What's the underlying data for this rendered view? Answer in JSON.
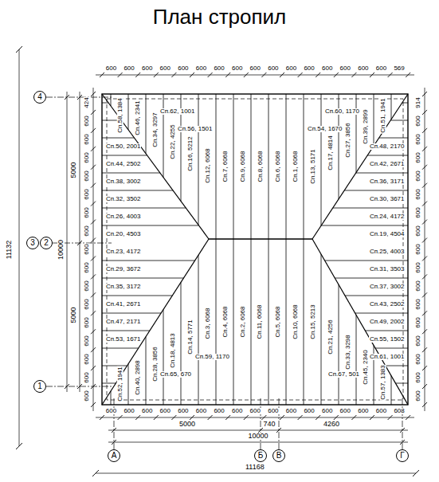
{
  "diagram": {
    "title": "План стропил",
    "nodes": [
      {
        "text": [
          "4"
        ]
      },
      {
        "text": [
          "3"
        ]
      },
      {
        "text": [
          "2"
        ]
      },
      {
        "text": [
          "1"
        ]
      },
      {
        "text": [
          "А"
        ]
      },
      {
        "text": [
          "Б"
        ]
      },
      {
        "text": [
          "В"
        ]
      },
      {
        "text": [
          "Г"
        ]
      }
    ],
    "labels": [
      "Сп.58, 1384",
      "Сп.46, 2341",
      "Сп.34, 3297",
      "Сп.22, 4255",
      "Сп.16, 5212",
      "Сп.12, 6068",
      "Сп.7, 6068",
      "Сп.9, 6068",
      "Сп.8, 6068",
      "Сп.6, 6068",
      "Сп.1, 6068",
      "Сп.13, 5171",
      "Сп.17, 4814",
      "Сп.27, 3856",
      "Сп.39, 2899",
      "Сп.51, 1941",
      "Сп.52, 1941",
      "Сп.40, 2898",
      "Сп.28, 3856",
      "Сп.18, 4813",
      "Сп.14, 5771",
      "Сп.3, 6068",
      "Сп.4, 6068",
      "Сп.2, 6068",
      "Сп.11, 6068",
      "Сп.5, 6068",
      "Сп.10, 6068",
      "Сп.15, 5213",
      "Сп.21, 4256",
      "Сп.33, 3298",
      "Сп.45, 2340",
      "Сп.57, 1383",
      "Сп.62, 1001",
      "Сп.56, 1501",
      "Сп.50, 2001",
      "Сп.44, 2502",
      "Сп.38, 3002",
      "Сп.32, 3502",
      "Сп.26, 4003",
      "Сп.20, 4503",
      "Сп.23, 4172",
      "Сп.29, 3672",
      "Сп.35, 3172",
      "Сп.41, 2671",
      "Сп.47, 2171",
      "Сп.53, 1671",
      "Сп.59, 1170",
      "Сп.65, 670",
      "Сп.60, 1170",
      "Сп.54, 1670",
      "Сп.48, 2170",
      "Сп.42, 2671",
      "Сп.36, 3171",
      "Сп.30, 3671",
      "Сп.24, 4172",
      "Сп.19, 4504",
      "Сп.25, 4003",
      "Сп.31, 3503",
      "Сп.37, 3002",
      "Сп.43, 2502",
      "Сп.49, 2002",
      "Сп.55, 1502",
      "Сп.61, 1001",
      "Сп.67, 501",
      "600",
      "600",
      "600",
      "600",
      "600",
      "600",
      "600",
      "600",
      "600",
      "600",
      "600",
      "600",
      "600",
      "600",
      "600",
      "600",
      "569",
      "600",
      "600",
      "600",
      "600",
      "600",
      "600",
      "600",
      "600",
      "600",
      "600",
      "600",
      "600",
      "600",
      "600",
      "600",
      "600",
      "608",
      "424",
      "600",
      "600",
      "600",
      "600",
      "600",
      "600",
      "600",
      "600",
      "600",
      "600",
      "600",
      "600",
      "600",
      "600",
      "600",
      "600",
      "914",
      "600",
      "600",
      "600",
      "600",
      "600",
      "600",
      "600",
      "600",
      "600",
      "600",
      "600",
      "600",
      "600",
      "600",
      "600",
      "600",
      "5000",
      "10000",
      "5000",
      "11132",
      "5000",
      "740",
      "4260",
      "10000",
      "11168"
    ]
  }
}
